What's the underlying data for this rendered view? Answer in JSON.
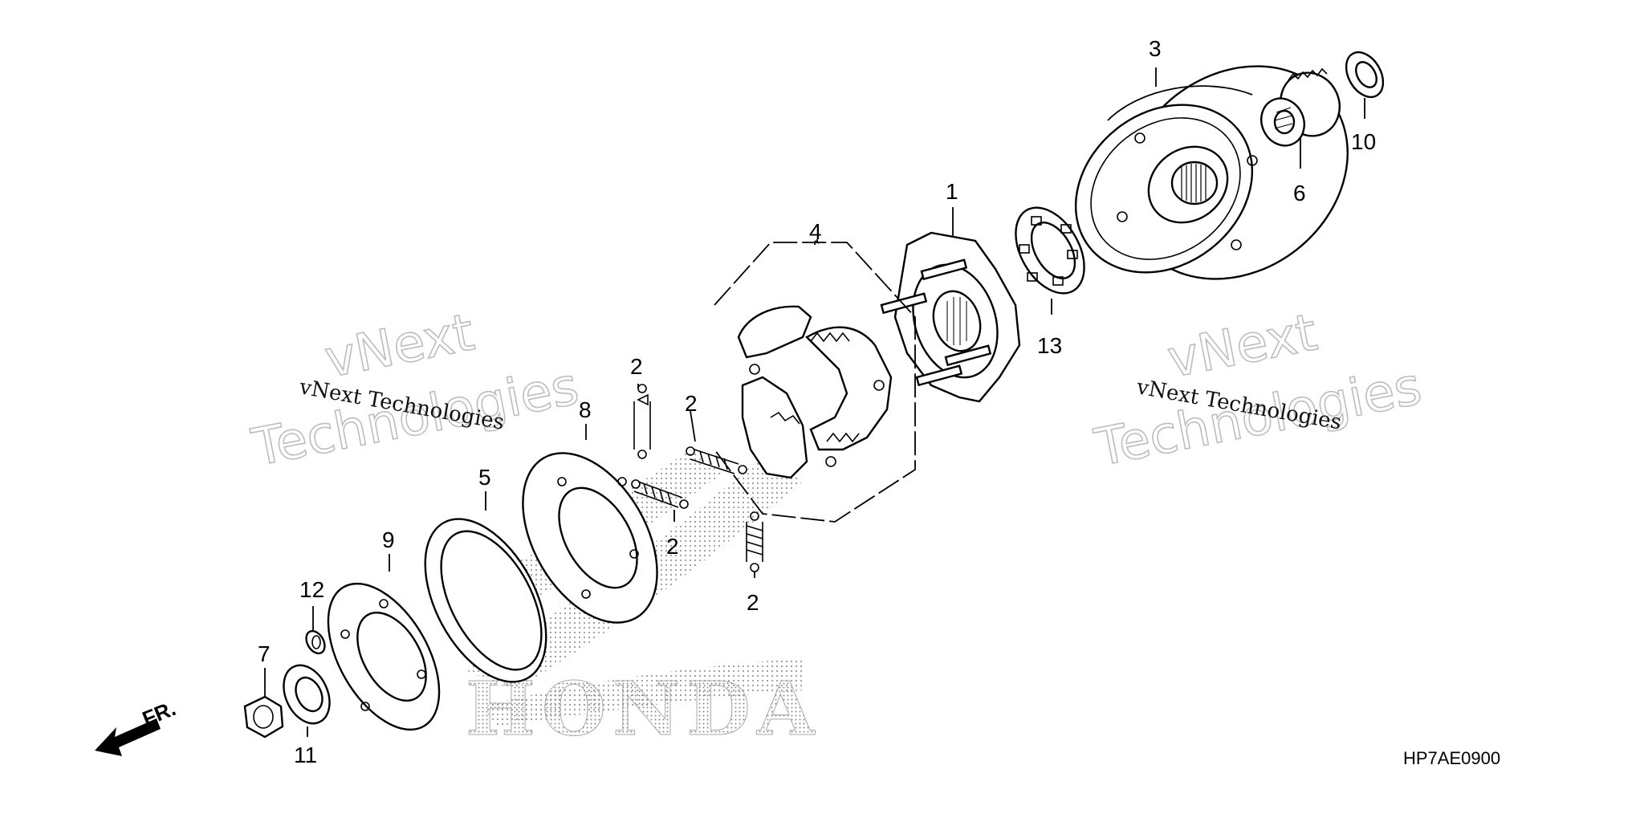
{
  "diagram": {
    "reference_code": "HP7AE0900",
    "direction_label": "FR.",
    "brand_watermark": "HONDA",
    "watermark_small": "vNext Technologies",
    "watermark_big_line1": "vNext",
    "watermark_big_line2": "Technologies"
  },
  "callouts": {
    "c1": "1",
    "c2a": "2",
    "c2b": "2",
    "c2c": "2",
    "c2d": "2",
    "c3": "3",
    "c4": "4",
    "c5": "5",
    "c6": "6",
    "c7": "7",
    "c8": "8",
    "c9": "9",
    "c10": "10",
    "c11": "11",
    "c12": "12",
    "c13": "13"
  },
  "colors": {
    "line": "#000000",
    "watermark": "#bdbdbd",
    "stipple": "#9a9a9a"
  }
}
